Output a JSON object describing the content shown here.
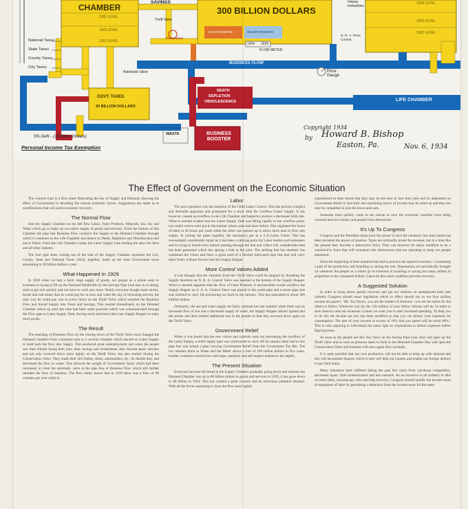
{
  "poster": {
    "chamber_label": "CHAMBER",
    "chamber_level_1": "1926 LEVEL",
    "chamber_level_2": "1929 LEVEL",
    "chamber_level_3": "1932 LEVEL",
    "savings_label": "SAVINGS",
    "big_tank_label": "300 BILLION DOLLARS",
    "heavy_industries_label": "Heavy Industries",
    "right_level_1": "1926 LEVEL",
    "right_level_2": "1929 LEVEL",
    "right_level_3": "1932 LEVEL",
    "thrift_valve_label": "Thrift Valve",
    "conservation_label": "Conservation",
    "gold_reserve_label": "GOLD RESERVE",
    "silver_reserve_label": "SILVER RESERVE",
    "year_1934": "1934",
    "year_1929": "1929",
    "flow_meter_label": "FLOW METER",
    "nra_price_control": "N. R. A. Price Control",
    "tax_labels": [
      "National Taxes",
      "State Taxes",
      "County Taxes",
      "City Taxes"
    ],
    "automatic_valve": "Automatic Valve",
    "business_flow": "BUSINESS FLOW",
    "price_gauge": "Price Gauge",
    "govt_taxes_line1": "GOVT. TAXES",
    "govt_taxes_line2": "20 BILLION DOLLARS",
    "death_label": "DEATH",
    "depletion_label": "DEPLETION",
    "obsolescence_label": "OBSOLESCENCE",
    "life_chamber": "LIFE CHAMBER",
    "waste_label": "WASTE",
    "business_booster": "BUSINESS BOOSTER",
    "deficit_note": "5% Defit - (20 Billion Dollars)",
    "personal_income_tax": "Personal Income Tax Exemption",
    "copyright": "Copyright 1934",
    "by": "by",
    "author": "Howard B. Bishop",
    "place": "Easton, Pa.",
    "date": "Nov. 6, 1934",
    "colors": {
      "yellow": "#f4d21e",
      "blue": "#1669b6",
      "red": "#b4202c",
      "orange": "#e0722a",
      "light_blue": "#9fc2e4"
    }
  },
  "article": {
    "title": "The Effect of Government on the Economic Situation",
    "col1": {
      "intro": "The colored chart is a flow sheet illustrating the law of Supply and Demand, showing the effect of Government in throttling the natural economic forces. Suggestions are made as to modifications that will assist economic recovery.",
      "sections": [
        {
          "heading": "The Normal Flow",
          "paragraphs": [
            "Into the Supply Chamber on the left flow Labor, Farm Products, Minerals, Sea, Air and Water which go to make up our entire supply of goods and services. From the bottom of this Chamber the pipe line Business Flow conducts the Supply to the Demand Chamber through which it continues to the Life Chamber and thence to Death, Depletion and Obsolescence and out to Waste. From the Life Chamber comes the Labor Supply Line feeding the labor for farm and all other industry.",
            "The four pipe lines coming out of the side of the Supply Chamber represent the City, County, State and National Taxes which, together, make up the total Government taxes amounting to 20 billion dollars a year."
          ]
        },
        {
          "heading": "What Happened In 1929",
          "paragraphs": [
            "In 1929 when we had a fairly large supply of goods, our people as a whole went to extremes in trying to fill up the National Wealth Bin by the Savings Pipe Line and, in so doing, tried to get rich quickly and not have to work any more. Nearly everyone bought more stocks, bonds and real estate than he could pay for at once and when the day of reckoning arrived, the only way he could pay was to screw down on the Thrift Valve which retarded the Business Flow and forced Supply into Taxes and Savings. This reacted immediately on the Demand Chamber which up until this time had been under pressure which was communicated through the Flow pipe to Labor Supply Tank, forcing more and more labor into Supply Hopper to make more goods."
          ]
        },
        {
          "heading": "The Result",
          "paragraphs": [
            "The retarding of Business Flow by the closing down of the Thrift Valve soon changed the Demand Chamber from a pressure tank to a vacuum chamber which reacted on Labor Supply to hold back the flow into Supply. This produced great unemployment and when the people saw their friends losing their jobs, their savings and investments, they became panic stricken and not only screwed down more tightly on the Thrift Valve, but also started closing the Conservation Valve. They made their old clothes, shoes, automobiles, etc., do double duty and decreased the flow to waste. This allowed the weight of Government Taxes which had been increased, to close the automatic valve in the pipe line of Business Flow which still further retarded the flow of business. The flow meter shows that in 1929 there was a flow of 90 volumes per year while in"
          ]
        }
      ]
    },
    "col2": {
      "sections": [
        {
          "heading": "Labor",
          "paragraphs": [
            "The next operation was the insertion of the Child Labor Control. This has proved a helpful and desirable apparatus and postponed for a short time the overflow Labor Supply. It has however, caused an overflow in the Life Chamber and helped to produce a decreased birth rate. When it seemed evident that the Labor Supply Tank was filling rapidly to the overflow point, two outlet valves were put in the bottom where none had been before. One regulated the hours of labor to 40 hours per week while the other was opened up to allow more men to flow into supply. In joining the pipes together, the mechanics put in a 5-A Labor Union. This has necessitated considerable repair as it has been a rallying point for Labor leaders and racketeers and in trying to brand every laborer passing through the line and collect toll, considerable heat has been generated which has sprung a leak in the joint. The striking that has resulted, has weakened the Union and there is great need of a flexible lubricated pipe line that will carry labor freely without friction into the Supply Hopper."
          ]
        },
        {
          "heading": "More Control Valves Added",
          "paragraphs": [
            "It was thought that the vibration from the Thrift Valve could be stopped by throttling the Supply therefore an N. R. A. Control Valve was inserted at the bottom of the Supply Hopper. When it seemed apparent that the flow of Farm Products if uncontrolled would overflow the Supply Hopper an A. A. A. Control Valve was placed in the outlet pipe and a return pipe line was inserted to carry the processing tax back to the farmers. This has amounted to about 300 million dollars.",
            "Ordinarily, the sea and water supply are fairly constant but last summer when there was an increased flow of sun and a decreased supply of water, the Supply Hopper almost ignited and the smoke and dust created additional loss in the people so that they screwed down again on the Thrift Valve."
          ]
        },
        {
          "heading": "Government Relief",
          "paragraphs": [
            "When it was found that the new valves and controls were not preventing the overflow of the Labor Supply, a relief supply pipe was constructed to carry off the surplus labor and to this pipe line was joined a pipe carrying Government Relief from the Government Tax Bin. The two streams drain to Waste and the Meter shows a loss of 100 billion dollars in five years, besides countless ruined lives with hope, ambition and self respect drained to the depths."
          ]
        },
        {
          "heading": "The Present Situation",
          "paragraphs": [
            "Everyone has seen the bread in the Supply Chamber gradually going down and whereas the Demand Chamber was up to 80 billion dollars in goods and services in 1929, it has gone down to 40 billion in 1934. This has created a great vacuum and an enormous potential demand. With all the forces operating to close the flow more tightly"
          ]
        }
      ]
    },
    "col3": {
      "lead": "experienced in their minds that they may be the next to lose their jobs and be dependent on Government Relief or that their last remaining source of income may be dried up and they too may be compelled to join the down-and-outs.",
      "lead2": "Someone must quickly come to the rescue to save the economic machine from being wrecked and our country and people from destruction.",
      "sections": [
        {
          "heading": "It's Up To Congress",
          "paragraphs": [
            "Congress and the President alone have the power to save the situation; into their hands has been intrusted the power of taxation. Taxes are ordinarily levied for revenue, but in a time like the present they become a destructive force. They can however be easily modified to be a constructive force that will counteract the obstructions that are operating to keep our people depressed.",
            "Since the beginning of time mankind has had to practice the squirrel economy—consuming a part of his production and hoarding or saving the rest. Depressions are periodically brought on whenever the people as a whole go to extremes in hoarding or saving too many dollars in proportion to the consumed dollars. Likewise this same condition prevents recovery."
          ]
        },
        {
          "heading": "A Suggested Solution",
          "paragraphs": [
            "In order to bring about speedy recovery and get our millions of unemployed back into industry Congress should enact legislation which in effect should say to our four million income tax payers: \"Mr. Tax Payers, you are the leaders of America—you set the styles for the others to follow. Wherever you do, the 126 million of your fellow citizens will do. In order to save America and our economic system we want you to start increased spending. To help you to do this the income tax law has been modified so that you can deduct your expenses for consumption. The part of your income in excess of 10% that you spend will be taxed 40%.\" This is only applying to individuals the same right as corporations to deduct expenses before figuring taxes.",
            "As soon as the people see this Tax Valve on the Saving Pipe Line, they will open up the Thrift Valve and as soon as pressure starts to form in the Demand Chamber they will open the Conservation Valve and business will once again flow normally.",
            "It is quite possible that our own production will not be able to keep up with demand and this will necessitate imports which in turn will help our exports and enable our foreign debtors to pay their loans.",
            "Many industries have suffered during the past few years from cut-throat competition, decreased repair, little modernization and less research. As an incentive to all industry to take on more labor, increase pay rolls and help recovery, Congress should modify the income taxes of employers of labor by permitting a deduction from the income taxes for the same"
          ]
        }
      ]
    }
  }
}
